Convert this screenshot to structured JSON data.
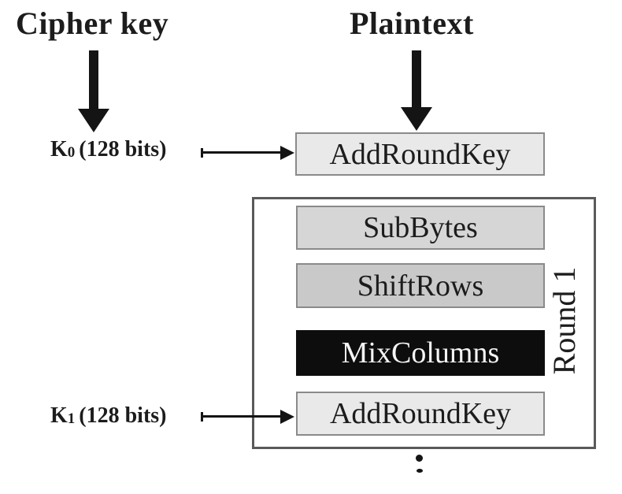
{
  "diagram": {
    "labels": {
      "cipher_key": "Cipher key",
      "plaintext": "Plaintext",
      "k0": {
        "base": "K",
        "sub": "0",
        "rest": "(128 bits)"
      },
      "k1": {
        "base": "K",
        "sub": "1",
        "rest": "(128 bits)"
      },
      "round1": "Round 1"
    },
    "blocks": {
      "add_round_key_top": "AddRoundKey",
      "sub_bytes": "SubBytes",
      "shift_rows": "ShiftRows",
      "mix_columns": "MixColumns",
      "add_round_key_round1": "AddRoundKey"
    },
    "colors": {
      "box_light": "#e9e9e9",
      "box_mid": "#d6d6d6",
      "box_dark": "#c9c9c9",
      "box_black": "#0d0d0d",
      "border_gray": "#8a8a8a",
      "round_border": "#5a5a5a",
      "text": "#1c1c1c",
      "arrow": "#141414"
    }
  }
}
